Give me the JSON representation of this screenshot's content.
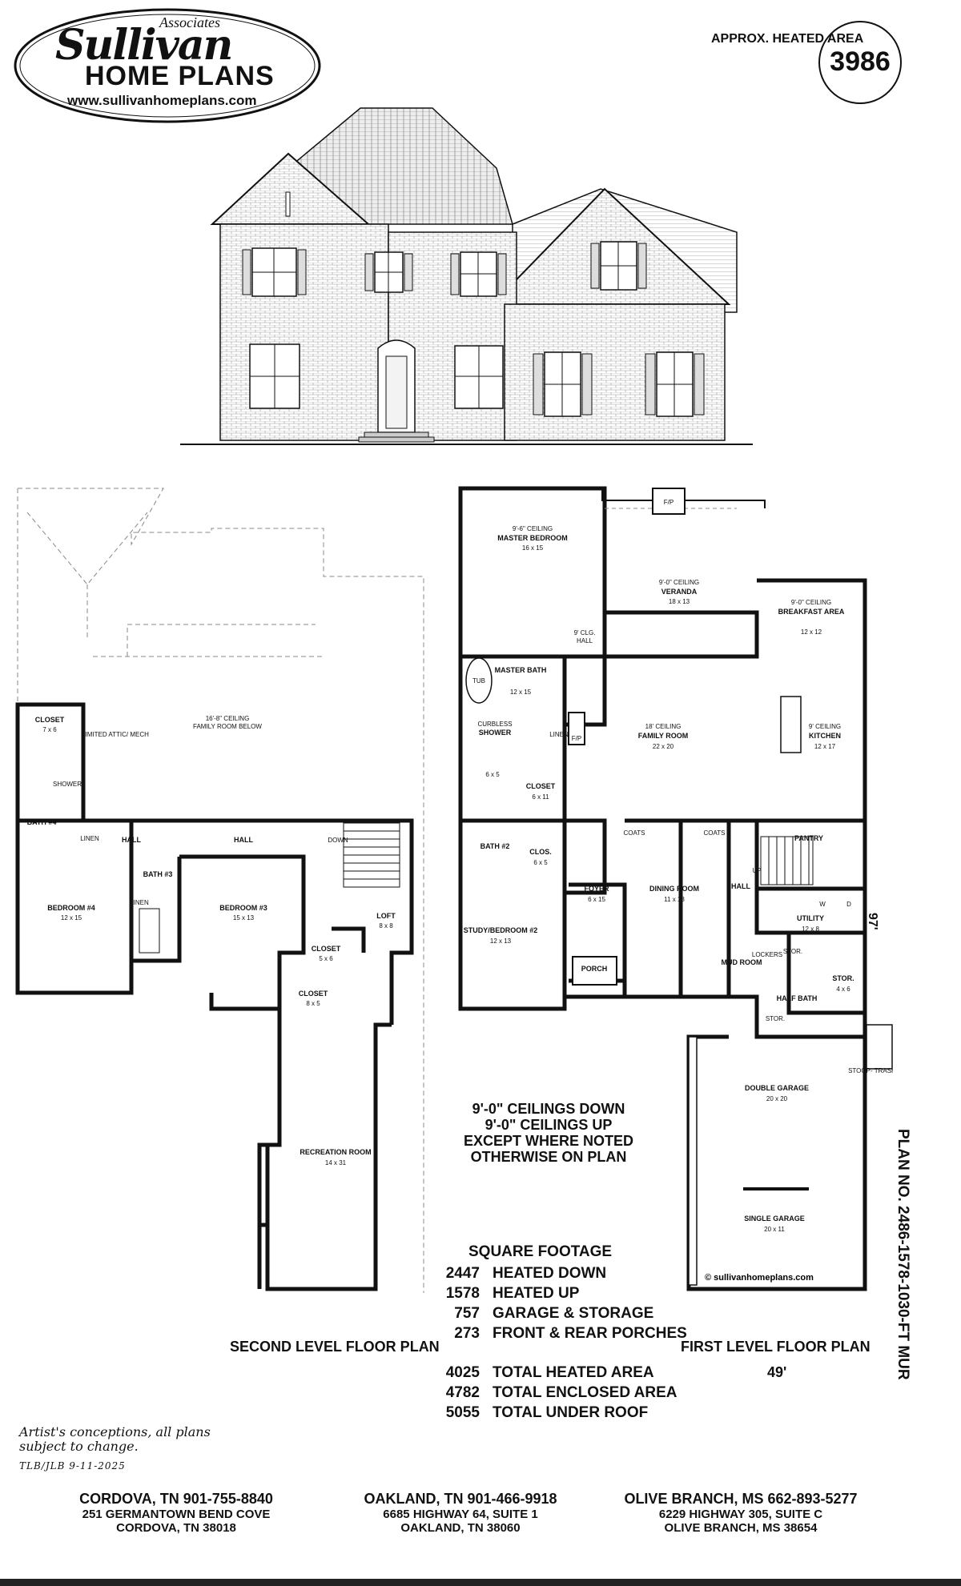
{
  "logo": {
    "associates": "Associates",
    "script": "Sullivan",
    "brand": "HOME PLANS",
    "url": "www.sullivanhomeplans.com"
  },
  "heated_area": {
    "label": "APPROX. HEATED AREA",
    "value": "3986"
  },
  "second_level": {
    "title": "SECOND LEVEL FLOOR PLAN",
    "rooms": {
      "closet_a": "CLOSET",
      "closet_a_size": "7 x 6",
      "shower": "SHOWER",
      "bath4": "BATH #4",
      "linen_a": "LINEN",
      "hall_a": "HALL",
      "hall_b": "HALL",
      "down": "DOWN",
      "attic": "LIMITED ATTIC/ MECH",
      "fr_below_ceiling": "16'-8\" CEILING",
      "fr_below": "FAMILY ROOM BELOW",
      "bath3": "BATH #3",
      "linen_b": "LINEN",
      "bedroom4": "BEDROOM #4",
      "bedroom4_size": "12 x 15",
      "bedroom3": "BEDROOM #3",
      "bedroom3_size": "15 x 13",
      "loft": "LOFT",
      "loft_size": "8 x 8",
      "closet_b": "CLOSET",
      "closet_b_size": "5 x 6",
      "closet_c": "CLOSET",
      "closet_c_size": "8 x 5",
      "recreation": "RECREATION ROOM",
      "recreation_size": "14 x 31"
    }
  },
  "first_level": {
    "title": "FIRST LEVEL FLOOR PLAN",
    "width_dim": "49'",
    "depth_dim": "97'",
    "rooms": {
      "master_ceiling": "9'-6\" CEILING",
      "master": "MASTER BEDROOM",
      "master_size": "16 x 15",
      "fp_top": "F/P",
      "veranda_ceiling": "9'-0\" CEILING",
      "veranda": "VERANDA",
      "veranda_size": "18 x 13",
      "breakfast_ceiling": "9'-0\" CEILING",
      "breakfast": "BREAKFAST AREA",
      "breakfast_size": "12 x 12",
      "clg_hall_a": "9' CLG.",
      "clg_hall_b": "HALL",
      "master_bath": "MASTER BATH",
      "master_bath_size": "12 x 15",
      "tub": "TUB",
      "curbless": "CURBLESS",
      "shower": "SHOWER",
      "family_ceiling": "18' CEILING",
      "family": "FAMILY ROOM",
      "family_size": "22 x 20",
      "kitchen_ceiling": "9' CEILING",
      "kitchen": "KITCHEN",
      "kitchen_size": "12 x 17",
      "linen": "LINEN",
      "fp_mid": "F/P",
      "closet_65": "6 x 5",
      "closet_big": "CLOSET",
      "closet_big_size": "6 x 11",
      "bath2": "BATH #2",
      "clos": "CLOS.",
      "clos_size": "6 x 5",
      "coats_a": "COATS",
      "coats_b": "COATS",
      "pantry": "PANTRY",
      "foyer": "FOYER",
      "foyer_size": "6 x 15",
      "dining": "DINING ROOM",
      "dining_size": "11 x 13",
      "up": "UP",
      "hall": "HALL",
      "study": "STUDY/BEDROOM #2",
      "study_size": "12 x 13",
      "utility": "UTILITY",
      "utility_size": "12 x 8",
      "w": "W",
      "d": "D",
      "lockers": "LOCKERS",
      "stor_a": "STOR.",
      "stor_b": "STOR.",
      "stor_b_size": "4 x 6",
      "mud": "MUD ROOM",
      "porch": "PORCH",
      "half_bath": "HALF BATH",
      "stor_c": "STOR.",
      "stoop": "STOOP- TRASH PAD",
      "double_garage": "DOUBLE GARAGE",
      "double_garage_size": "20 x 20",
      "single_garage": "SINGLE GARAGE",
      "single_garage_size": "20 x 11",
      "copyright": "© sullivanhomeplans.com"
    }
  },
  "ceiling_note": [
    "9'-0\" CEILINGS DOWN",
    "9'-0\" CEILINGS UP",
    "EXCEPT WHERE NOTED",
    "OTHERWISE ON PLAN"
  ],
  "square_footage": {
    "title": "SQUARE FOOTAGE",
    "rows": [
      {
        "value": "2447",
        "label": "HEATED DOWN"
      },
      {
        "value": "1578",
        "label": "HEATED UP"
      },
      {
        "value": "757",
        "label": "GARAGE & STORAGE"
      },
      {
        "value": "273",
        "label": "FRONT & REAR PORCHES"
      }
    ],
    "totals": [
      {
        "value": "4025",
        "label": "TOTAL HEATED AREA"
      },
      {
        "value": "4782",
        "label": "TOTAL ENCLOSED AREA"
      },
      {
        "value": "5055",
        "label": "TOTAL UNDER ROOF"
      }
    ]
  },
  "plan_number": "PLAN NO. 2486-1578-1030-FT MUR",
  "disclaimer": [
    "Artist's conceptions, all plans",
    "subject to change."
  ],
  "initials": "TLB/JLB 9-11-2025",
  "offices": [
    {
      "city": "CORDOVA, TN 901-755-8840",
      "address": "251 GERMANTOWN BEND COVE",
      "citystate": "CORDOVA, TN 38018"
    },
    {
      "city": "OAKLAND, TN 901-466-9918",
      "address": "6685 HIGHWAY 64, SUITE 1",
      "citystate": "OAKLAND, TN 38060"
    },
    {
      "city": "OLIVE BRANCH, MS 662-893-5277",
      "address": "6229 HIGHWAY 305, SUITE C",
      "citystate": "OLIVE BRANCH, MS 38654"
    }
  ]
}
